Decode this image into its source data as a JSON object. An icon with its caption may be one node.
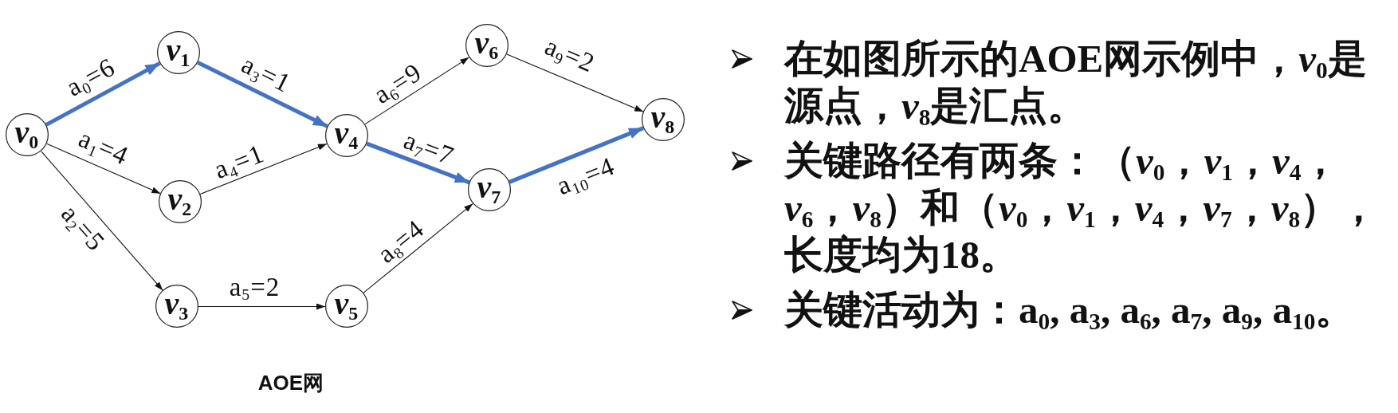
{
  "diagram": {
    "caption": "AOE网",
    "nodes": [
      {
        "text": [
          "v$_{0}$"
        ]
      },
      {
        "text": [
          "v$_{1}$"
        ]
      },
      {
        "text": [
          "v$_{2}$"
        ]
      },
      {
        "text": [
          "v$_{3}$"
        ]
      },
      {
        "text": [
          "v$_{4}$"
        ]
      },
      {
        "text": [
          "v$_{5}$"
        ]
      },
      {
        "text": [
          "v$_{6}$"
        ]
      },
      {
        "text": [
          "v$_{7}$"
        ]
      },
      {
        "text": [
          "v$_{8}$"
        ]
      }
    ],
    "edges": [
      {
        "from": 0,
        "to": 1,
        "arrow": "to",
        "label": "a$_{0}$=6",
        "style": "thick",
        "color": "#4472c4"
      },
      {
        "from": 0,
        "to": 2,
        "arrow": "to",
        "label": "a$_{1}$=4"
      },
      {
        "from": 0,
        "to": 3,
        "arrow": "to",
        "label": "a$_{2}$=5"
      },
      {
        "from": 1,
        "to": 4,
        "arrow": "to",
        "label": "a$_{3}$=1",
        "style": "thick",
        "color": "#4472c4"
      },
      {
        "from": 2,
        "to": 4,
        "arrow": "to",
        "label": "a$_{4}$=1"
      },
      {
        "from": 3,
        "to": 5,
        "arrow": "to",
        "label": "a$_{5}$=2"
      },
      {
        "from": 4,
        "to": 6,
        "arrow": "to",
        "label": "a$_{6}$=9"
      },
      {
        "from": 4,
        "to": 7,
        "arrow": "to",
        "label": "a$_{7}$=7",
        "style": "thick",
        "color": "#4472c4"
      },
      {
        "from": 5,
        "to": 7,
        "arrow": "to",
        "label": "a$_{8}$=4"
      },
      {
        "from": 6,
        "to": 8,
        "arrow": "to",
        "label": "a$_{9}$=2"
      },
      {
        "from": 7,
        "to": 8,
        "arrow": "to",
        "label": "a$_{10}$=4",
        "style": "thick",
        "color": "#4472c4"
      }
    ],
    "labels": [
      "在如图所示的AOE网示例中，*v*$_{0}$是源点，*v*$_{8}$是汇点。",
      "关键路径有两条：（*v*$_{0}$，*v*$_{1}$，*v*$_{4}$，*v*$_{6}$，*v*$_{8}$）和（*v*$_{0}$，*v*$_{1}$，*v*$_{4}$，*v*$_{7}$，*v*$_{8}$），长度均为18。",
      "关键活动为：a$_{0}$, a$_{3}$, a$_{6}$, a$_{7}$, a$_{9}$, a$_{10}$。"
    ]
  }
}
